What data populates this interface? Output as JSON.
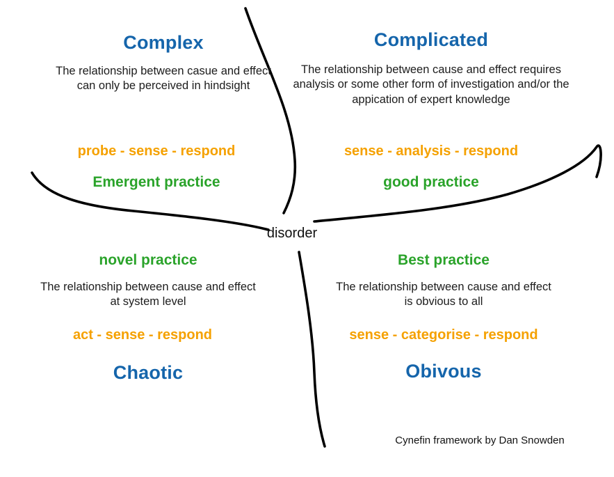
{
  "colors": {
    "title": "#1565ab",
    "keyword": "#f5a100",
    "practice": "#2aa32a",
    "line": "#000000"
  },
  "center": {
    "label": "disorder"
  },
  "caption": "Cynefin framework by Dan Snowden",
  "quadrants": {
    "complex": {
      "title": "Complex",
      "description": "The relationship between casue and effect can only be perceived in hindsight",
      "keywords": "probe - sense - respond",
      "practice": "Emergent practice"
    },
    "complicated": {
      "title": "Complicated",
      "description": "The relationship between cause and effect requires analysis or some other form of investigation and/or the appication of expert knowledge",
      "keywords": "sense - analysis -  respond",
      "practice": "good practice"
    },
    "chaotic": {
      "title": "Chaotic",
      "description": "The relationship between cause and effect at system level",
      "keywords": "act - sense - respond",
      "practice": "novel practice"
    },
    "obvious": {
      "title": "Obivous",
      "description": "The relationship between cause and effect is obvious to all",
      "keywords": "sense - categorise -  respond",
      "practice": "Best practice"
    }
  }
}
